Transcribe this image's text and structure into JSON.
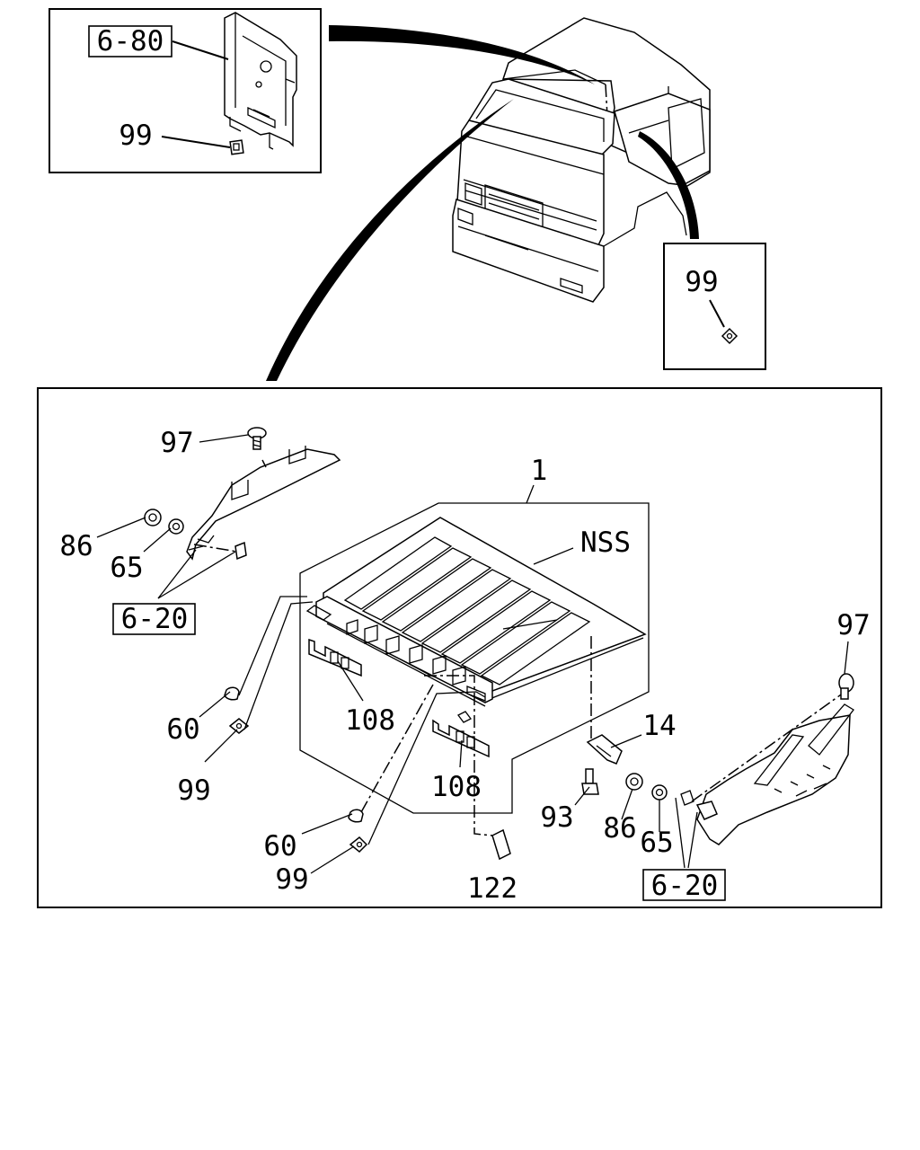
{
  "callouts": {
    "ref_6_80": "6-80",
    "top_left_99": "99",
    "top_right_99": "99",
    "part_1": "1",
    "nss": "NSS",
    "left_97": "97",
    "left_86": "86",
    "left_65": "65",
    "left_ref_6_20": "6-20",
    "left_60_a": "60",
    "left_99_a": "99",
    "center_108_a": "108",
    "center_108_b": "108",
    "left_60_b": "60",
    "left_99_b": "99",
    "part_122": "122",
    "part_14": "14",
    "part_93": "93",
    "right_86": "86",
    "right_65": "65",
    "right_ref_6_20": "6-20",
    "right_97": "97"
  }
}
